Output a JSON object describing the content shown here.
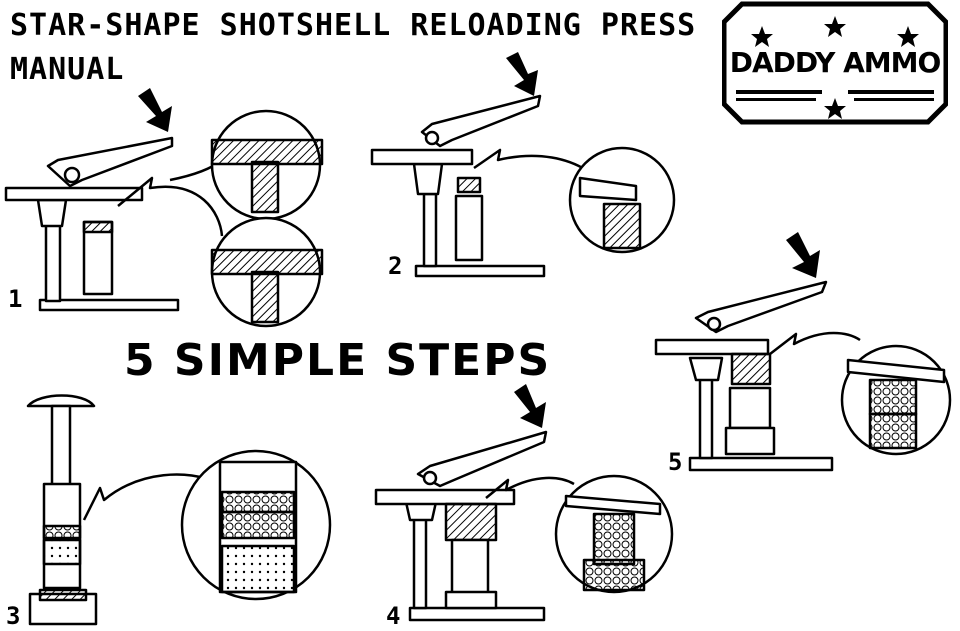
{
  "title_line1": "STAR-SHAPE SHOTSHELL RELOADING PRESS",
  "title_line2": "MANUAL",
  "subtitle": "5 SIMPLE STEPS",
  "brand": "DADDY AMMO",
  "steps": [
    "1",
    "2",
    "3",
    "4",
    "5"
  ],
  "colors": {
    "ink": "#000000",
    "paper": "#ffffff",
    "hatch": "#666666"
  },
  "icons": [
    "arrow-down-icon",
    "star-icon",
    "magnifier-callout-icon"
  ]
}
